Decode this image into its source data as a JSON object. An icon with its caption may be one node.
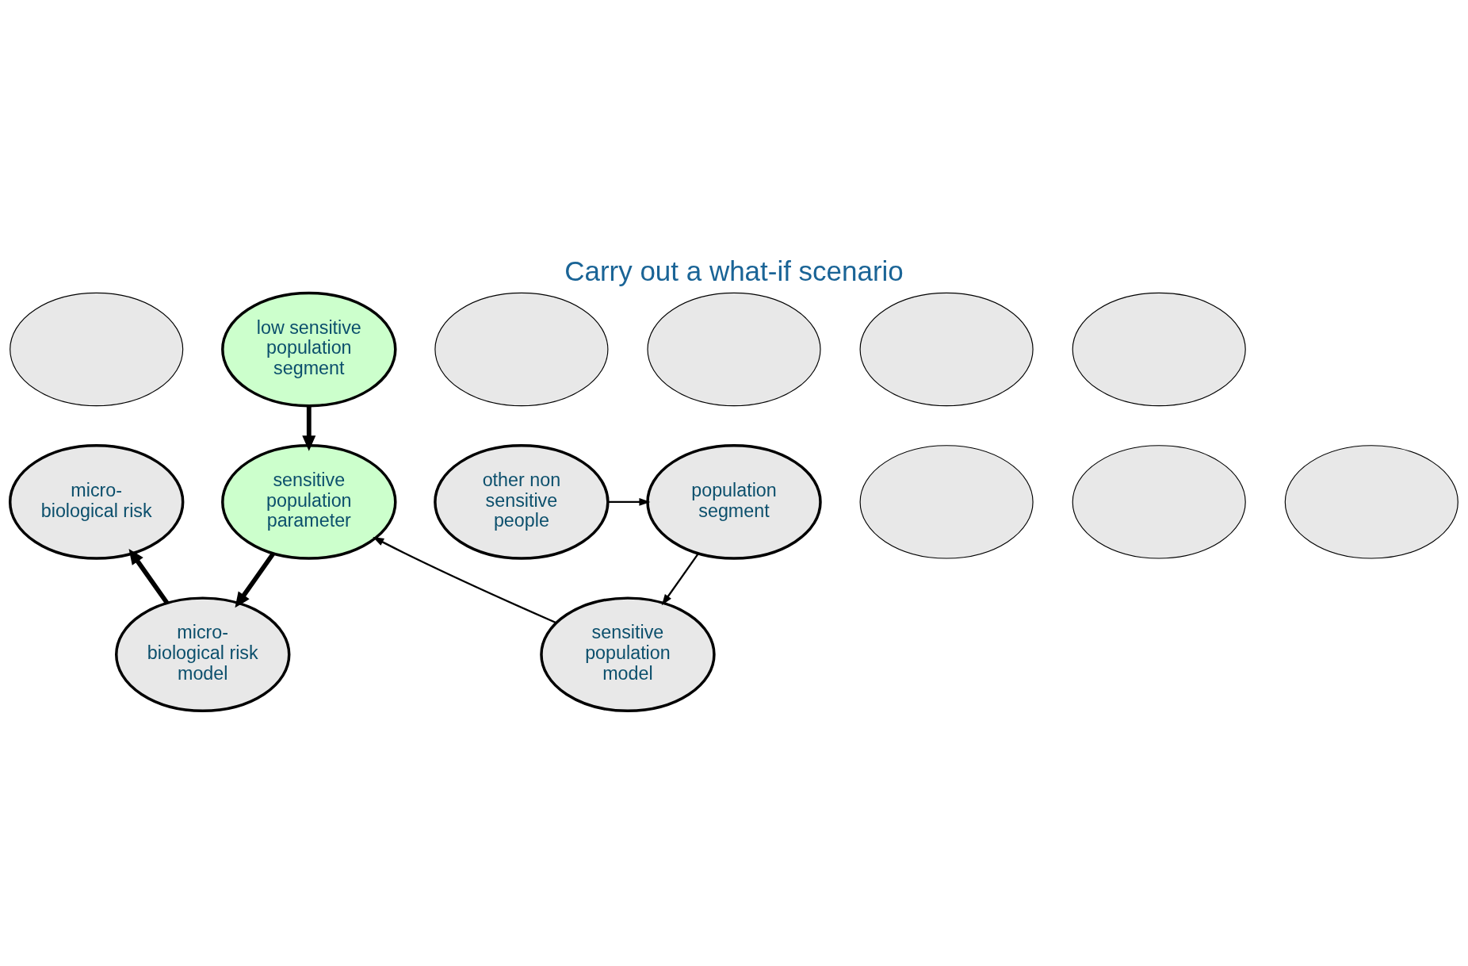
{
  "diagram": {
    "title": "Carry out a what-if scenario",
    "nodes": [
      {
        "text": [],
        "shape": "ellipse"
      },
      {
        "text": [
          "low sensitive population segment"
        ]
      },
      {
        "text": [],
        "shape": "ellipse"
      },
      {
        "text": [
          "other non sensitive people"
        ]
      },
      {
        "text": [
          "population segment"
        ]
      },
      {
        "text": [],
        "shape": "ellipse"
      },
      {
        "text": [],
        "shape": "ellipse"
      },
      {
        "text": [],
        "shape": "ellipse"
      },
      {
        "text": [
          "sensitive population parameter"
        ]
      },
      {
        "text": [
          "micro- biological risk"
        ]
      },
      {
        "text": [
          "sensitive population model"
        ]
      },
      {
        "text": [
          "micro- biological risk model"
        ]
      },
      {
        "text": [],
        "shape": "ellipse"
      },
      {
        "text": [],
        "shape": "ellipse"
      },
      {
        "text": [],
        "shape": "ellipse"
      }
    ],
    "edges": [
      {
        "from": 3,
        "to": 4,
        "arrow": "to"
      },
      {
        "from": 4,
        "to": 10,
        "arrow": "to"
      },
      {
        "from": 10,
        "to": 8,
        "arrow": "to"
      },
      {
        "from": 1,
        "to": 8,
        "arrow": "to",
        "style": "thick"
      },
      {
        "from": 8,
        "to": 11,
        "arrow": "to",
        "style": "thick"
      },
      {
        "from": 11,
        "to": 9,
        "arrow": "to",
        "style": "thick"
      }
    ]
  }
}
